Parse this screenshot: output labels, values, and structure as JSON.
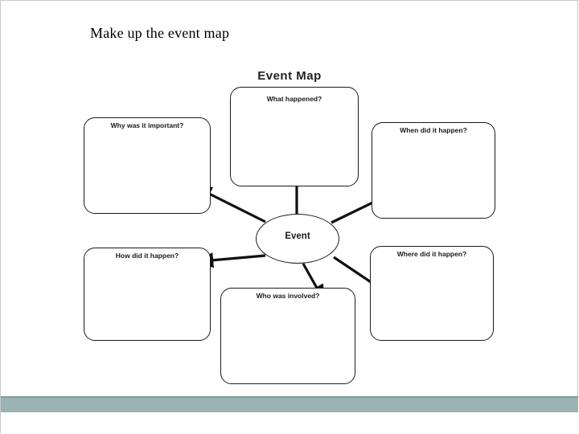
{
  "slide": {
    "title": "Make up the event map"
  },
  "diagram": {
    "title": "Event Map",
    "center": "Event",
    "nodes": [
      {
        "id": "what-happened",
        "label": "What happened?"
      },
      {
        "id": "why-important",
        "label": "Why was it important?"
      },
      {
        "id": "when-happen",
        "label": "When did it happen?"
      },
      {
        "id": "how-happen",
        "label": "How did it happen?"
      },
      {
        "id": "who-involved",
        "label": "Who was involved?"
      },
      {
        "id": "where-happen",
        "label": "Where did it happen?"
      }
    ]
  },
  "colors": {
    "accent_bar": "#9bb3b3",
    "accent_line": "#7c9b9b",
    "stroke": "#1a1a1a",
    "text": "#000000"
  }
}
